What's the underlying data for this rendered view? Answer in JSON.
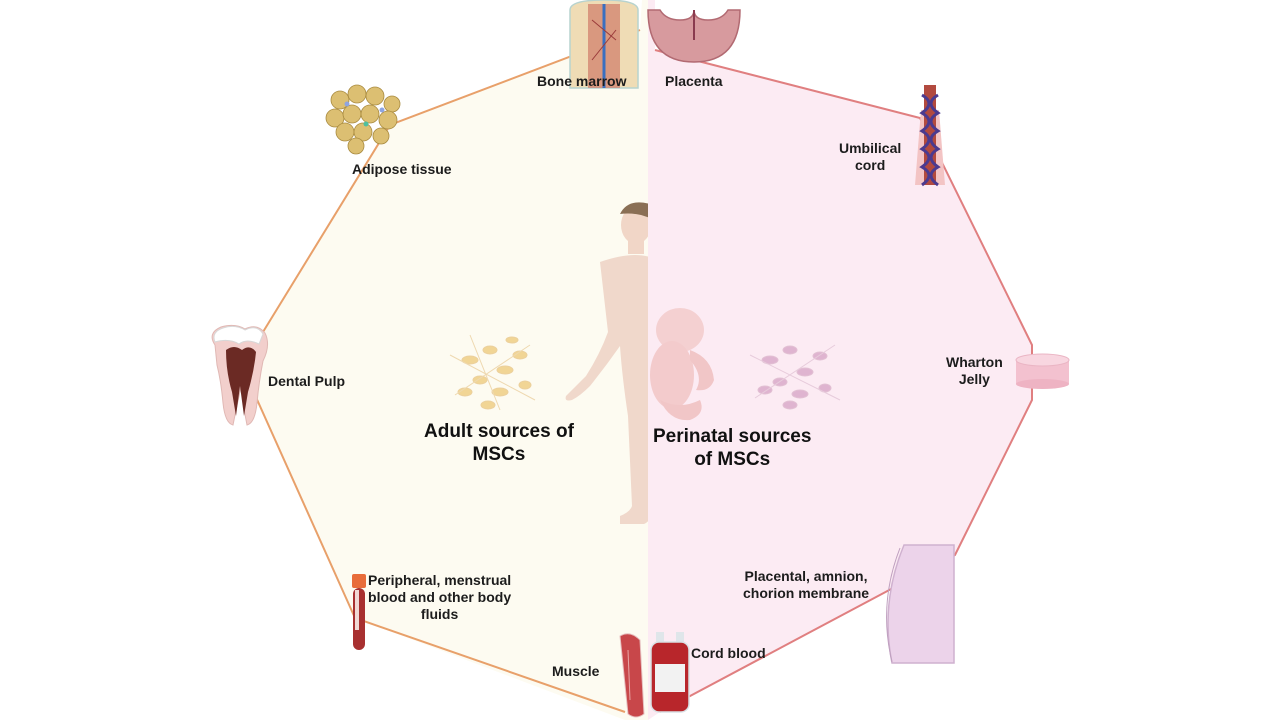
{
  "diagram": {
    "left_half": {
      "title_line1": "Adult sources of",
      "title_line2": "MSCs",
      "fill_color": "#fdfbf1",
      "outline_color": "#e8a06a",
      "cell_color": "#efcf86",
      "sources": [
        {
          "id": "bone-marrow",
          "label": "Bone marrow",
          "icon": "bone-marrow-icon"
        },
        {
          "id": "adipose",
          "label": "Adipose tissue",
          "icon": "adipose-tissue-icon"
        },
        {
          "id": "dental-pulp",
          "label": "Dental Pulp",
          "icon": "tooth-icon"
        },
        {
          "id": "peripheral",
          "label_lines": [
            "Peripheral, menstrual",
            "blood and other body",
            "fluids"
          ],
          "icon": "blood-tube-icon"
        },
        {
          "id": "muscle",
          "label": "Muscle",
          "icon": "muscle-icon"
        }
      ]
    },
    "right_half": {
      "title_line1": "Perinatal sources",
      "title_line2": "of MSCs",
      "fill_color": "#fcebf3",
      "outline_color": "#e07f80",
      "cell_color": "#d9a7c8",
      "sources": [
        {
          "id": "placenta",
          "label": "Placenta",
          "icon": "placenta-icon"
        },
        {
          "id": "umbilical",
          "label_lines": [
            "Umbilical",
            "cord"
          ],
          "icon": "umbilical-cord-icon"
        },
        {
          "id": "wharton",
          "label_lines": [
            "Wharton",
            "Jelly"
          ],
          "icon": "wharton-jelly-icon"
        },
        {
          "id": "membrane",
          "label_lines": [
            "Placental, amnion,",
            "chorion membrane"
          ],
          "icon": "membrane-icon"
        },
        {
          "id": "cord-blood",
          "label": "Cord blood",
          "icon": "blood-bag-icon"
        }
      ]
    }
  }
}
